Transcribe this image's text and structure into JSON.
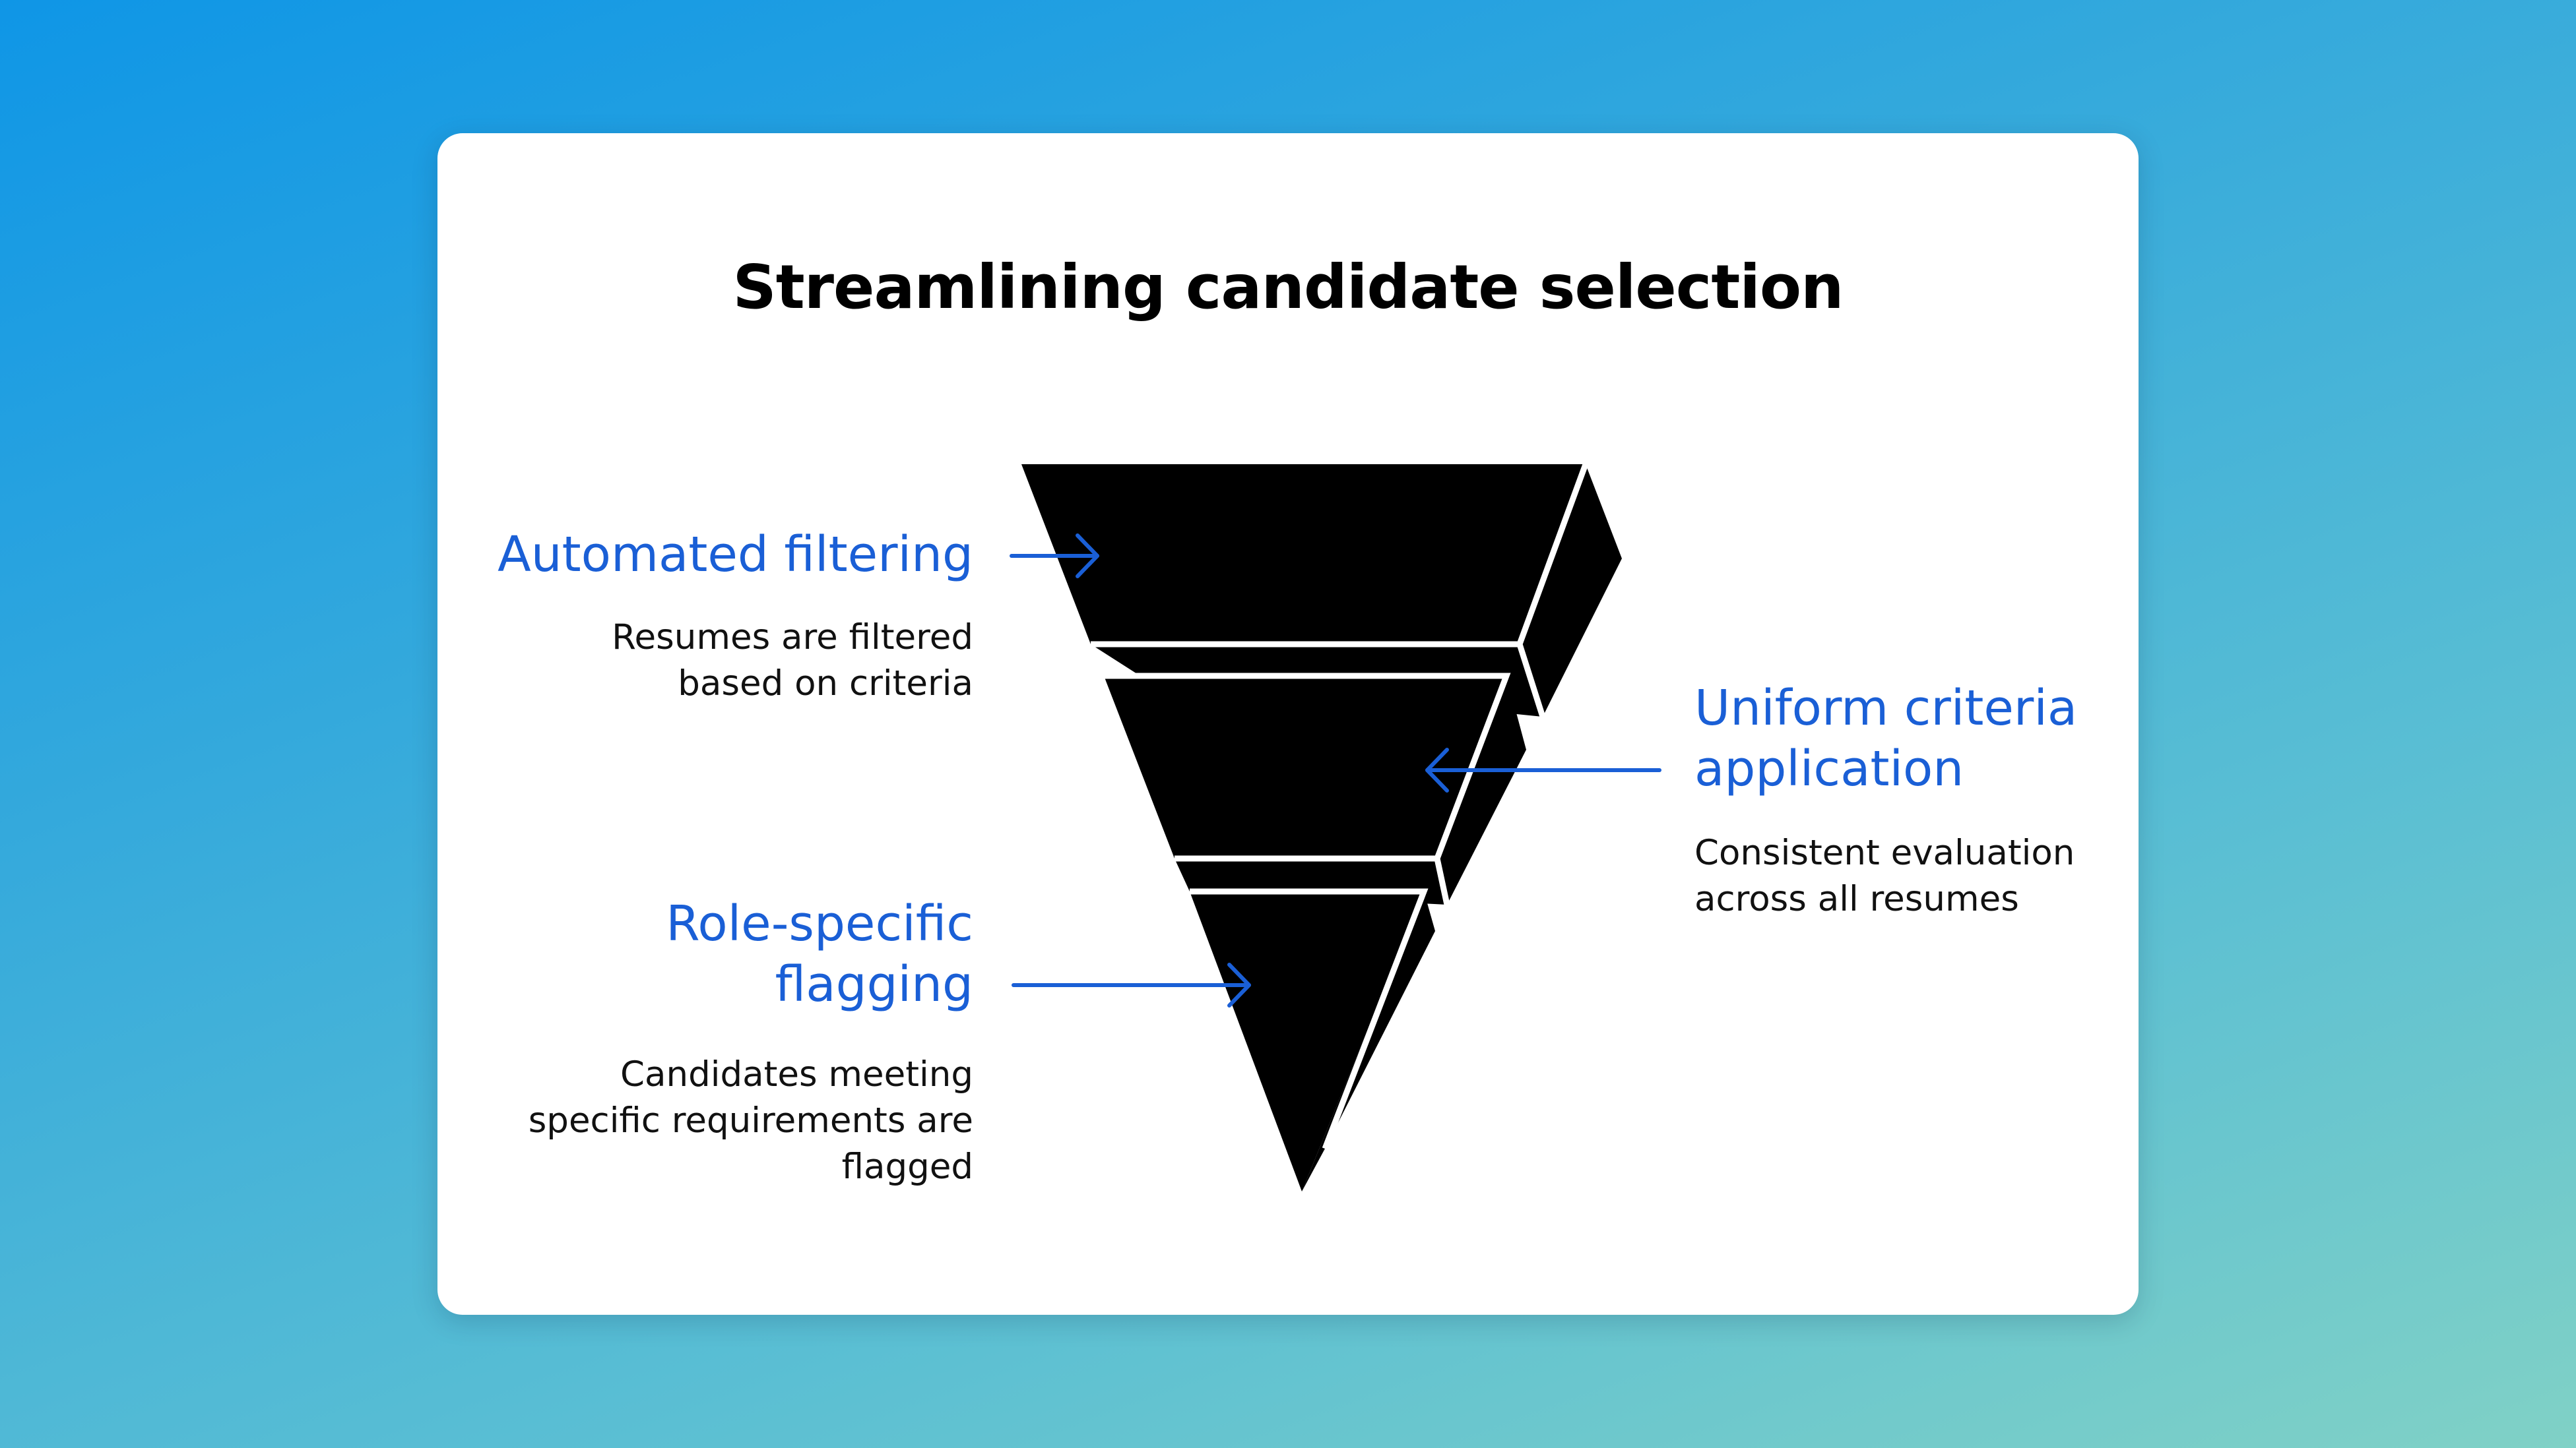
{
  "title": "Streamlining candidate selection",
  "accent_color": "#1a5fd6",
  "funnel_color": "#000000",
  "callouts": [
    {
      "heading": "Automated filtering",
      "text": "Resumes are filtered based on criteria",
      "side": "left",
      "arrow": "right"
    },
    {
      "heading": "Uniform criteria application",
      "text": "Consistent evaluation across all resumes",
      "side": "right",
      "arrow": "left"
    },
    {
      "heading": "Role-specific flagging",
      "text": "Candidates meeting specific requirements are flagged",
      "side": "left",
      "arrow": "right"
    }
  ]
}
